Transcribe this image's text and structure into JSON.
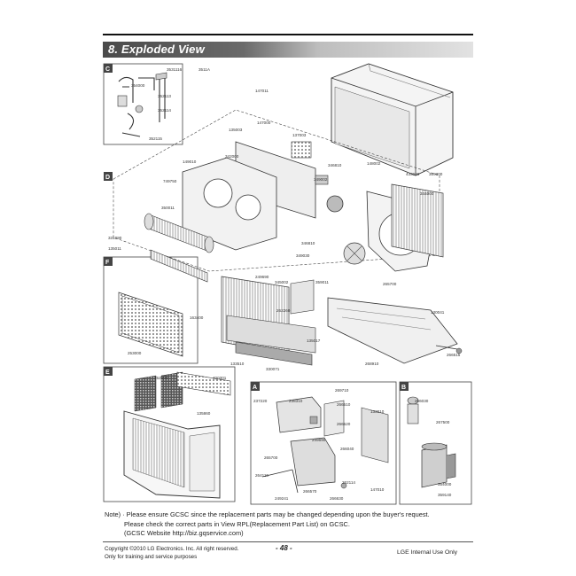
{
  "header": {
    "title": "8. Exploded View"
  },
  "sections": {
    "c": "C",
    "d": "D",
    "f": "F",
    "e": "E",
    "a": "A",
    "b": "B"
  },
  "callouts": {
    "c1": "3531116",
    "c2": "3511A",
    "c3": "354000",
    "c4": "352113",
    "c5": "352114",
    "c6": "352115",
    "d1": "147011",
    "d2": "147000",
    "d3": "135003",
    "d4": "137003",
    "d5": "342000",
    "d6": "149010",
    "d7": "349002",
    "d8": "346810",
    "d9": "749750",
    "d10": "350011",
    "d11": "148002",
    "d12": "433046",
    "d13": "359300",
    "d14": "344000",
    "d15": "331090",
    "d16": "135011",
    "m1": "346810",
    "m2": "349030",
    "m3": "359011",
    "m4": "345002",
    "m5": "249690",
    "m6": "262260",
    "m7": "135017",
    "m8": "265700",
    "f1": "163400",
    "f2": "253000",
    "bot1": "133510",
    "bot2": "330071",
    "bot3": "130041",
    "bot4": "268910",
    "bot5": "266515",
    "e1": "152500",
    "e2": "400301",
    "e3": "135860",
    "a1": "237220",
    "a2": "238310",
    "a3": "269710",
    "a4": "266510",
    "a5": "133010",
    "a6": "266520",
    "a7": "265700",
    "a8": "249690",
    "a9": "264110",
    "a10": "266570",
    "a11": "147010",
    "a12": "249241",
    "a13": "266630",
    "a14": "266040",
    "a15": "262114",
    "b1": "266030",
    "b2": "267500",
    "b3": "354000",
    "b4": "359140"
  },
  "note": {
    "line1": "Note) · Please ensure GCSC since the replacement parts may be changed depending upon the buyer's request.",
    "line2": "Please check the correct parts in View RPL(Replacement Part List) on GCSC.",
    "line3": "(GCSC Website  http://biz.gqservice.com)"
  },
  "footer": {
    "copyright": "Copyright ©2010 LG Electronics. Inc. All right reserved.",
    "training": "Only for training and service purposes",
    "page": "- 48 -",
    "internal": "LGE Internal Use Only"
  }
}
